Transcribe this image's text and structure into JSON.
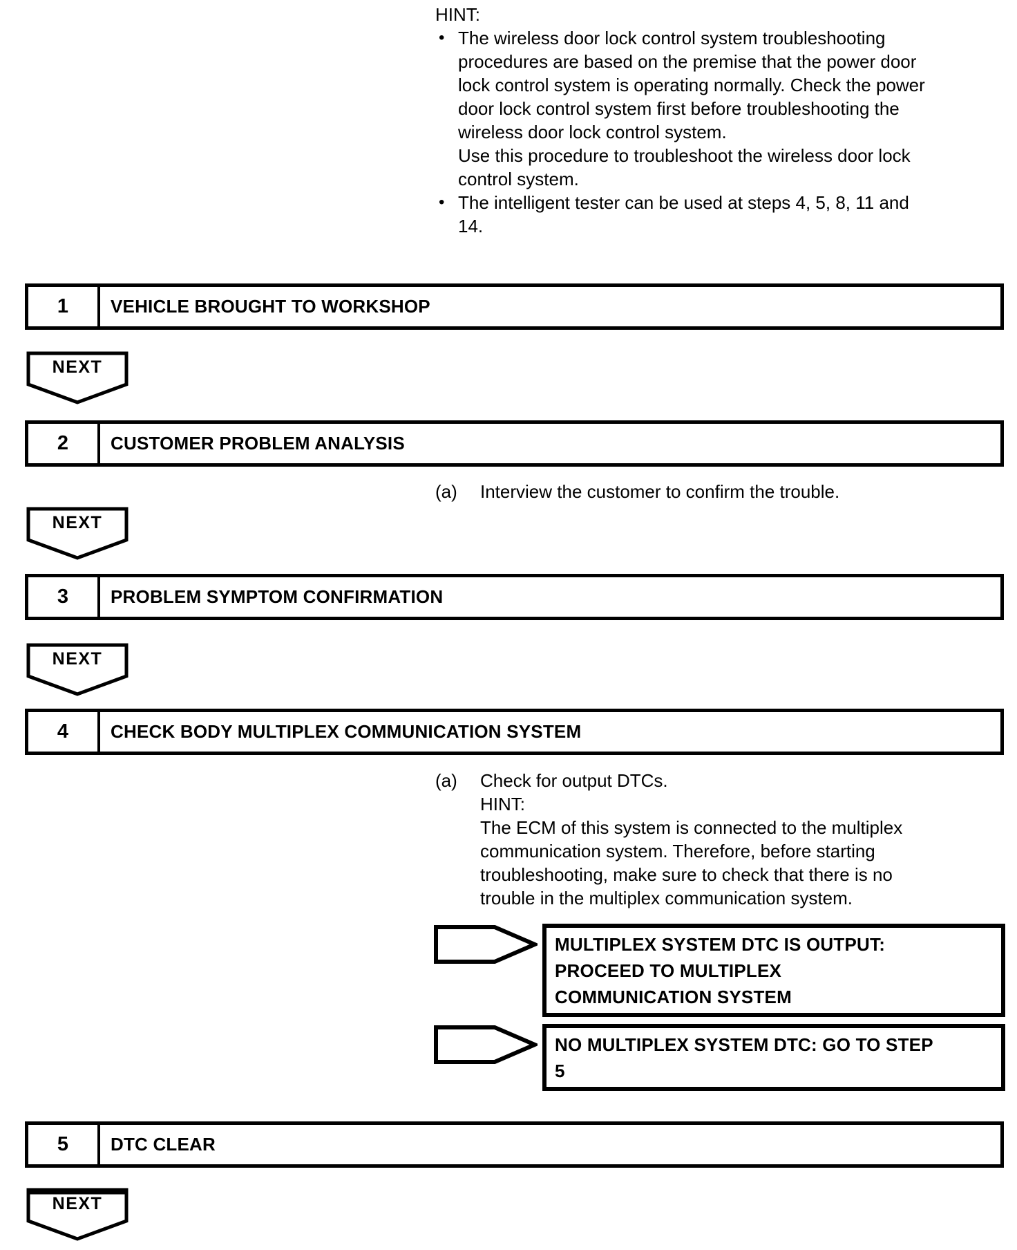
{
  "hint": {
    "label": "HINT:",
    "bullet_char": "•",
    "bullets": [
      {
        "lines": [
          "The wireless door lock control system troubleshooting",
          "procedures are based on the premise that the power door",
          "lock control system is operating normally. Check the power",
          "door lock control system first before troubleshooting the",
          "wireless door lock control system.",
          "Use this procedure to troubleshoot the wireless door lock",
          "control system."
        ]
      },
      {
        "lines": [
          "The intelligent tester can be used at steps 4, 5, 8, 11 and",
          "14."
        ]
      }
    ]
  },
  "steps": [
    {
      "number": "1",
      "title": "VEHICLE BROUGHT TO WORKSHOP"
    },
    {
      "number": "2",
      "title": "CUSTOMER PROBLEM ANALYSIS"
    },
    {
      "number": "3",
      "title": "PROBLEM SYMPTOM CONFIRMATION"
    },
    {
      "number": "4",
      "title": "CHECK BODY MULTIPLEX COMMUNICATION SYSTEM"
    },
    {
      "number": "5",
      "title": "DTC CLEAR"
    }
  ],
  "next_label": "NEXT",
  "step2_detail": {
    "item_label": "(a)",
    "item_text": "Interview the customer to confirm the trouble."
  },
  "step4_detail": {
    "item_label": "(a)",
    "item_text": "Check for output DTCs.",
    "hint_label": "HINT:",
    "hint_lines": [
      "The ECM of this system is connected to the multiplex",
      "communication system. Therefore, before starting",
      "troubleshooting, make sure to check that there is no",
      "trouble in the multiplex communication system."
    ]
  },
  "results": [
    {
      "lines": [
        "MULTIPLEX SYSTEM DTC IS OUTPUT:",
        "PROCEED TO MULTIPLEX",
        "COMMUNICATION SYSTEM"
      ]
    },
    {
      "lines": [
        "NO MULTIPLEX SYSTEM DTC: GO TO STEP",
        "5"
      ]
    }
  ],
  "colors": {
    "ink": "#000000",
    "paper": "#ffffff"
  }
}
